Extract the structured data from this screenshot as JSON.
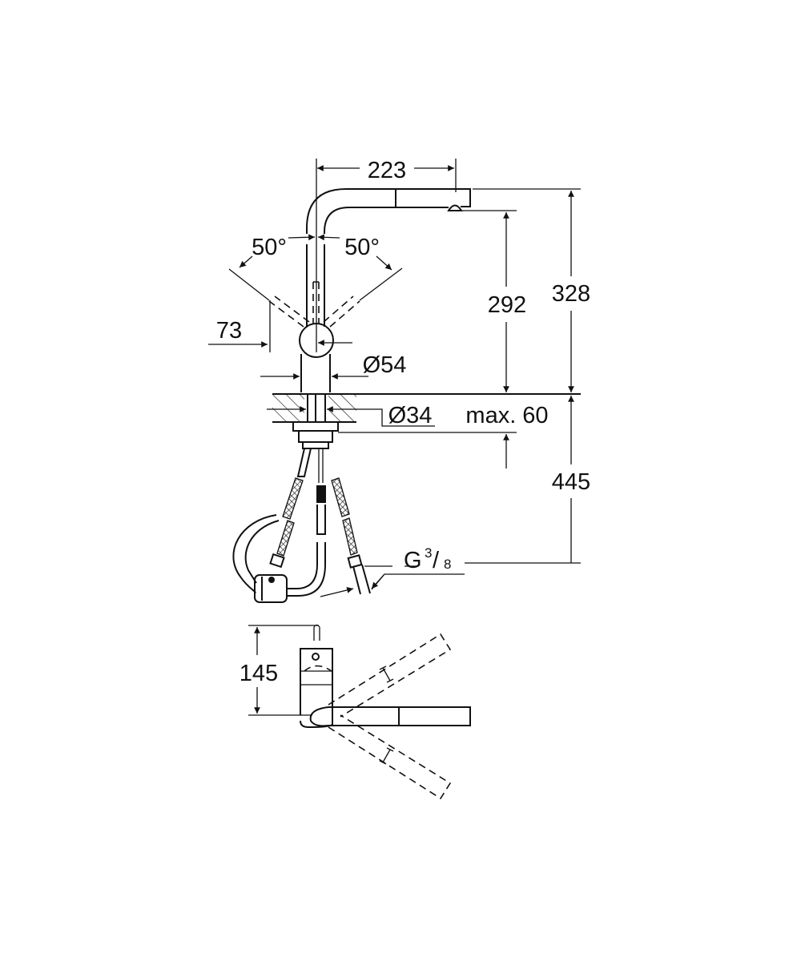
{
  "drawing": {
    "dimensions": {
      "spout_reach": "223",
      "total_height": "328",
      "spout_height": "292",
      "swivel_left": "50°",
      "swivel_right": "50°",
      "lever_offset": "73",
      "base_diameter": "Ø54",
      "hole_diameter": "Ø34",
      "counter_thickness": "max. 60",
      "hose_length": "445",
      "connection_thread_prefix": "G",
      "connection_thread_num": "3",
      "connection_thread_den": "8",
      "top_view_depth": "145"
    },
    "line_color": "#111111"
  }
}
